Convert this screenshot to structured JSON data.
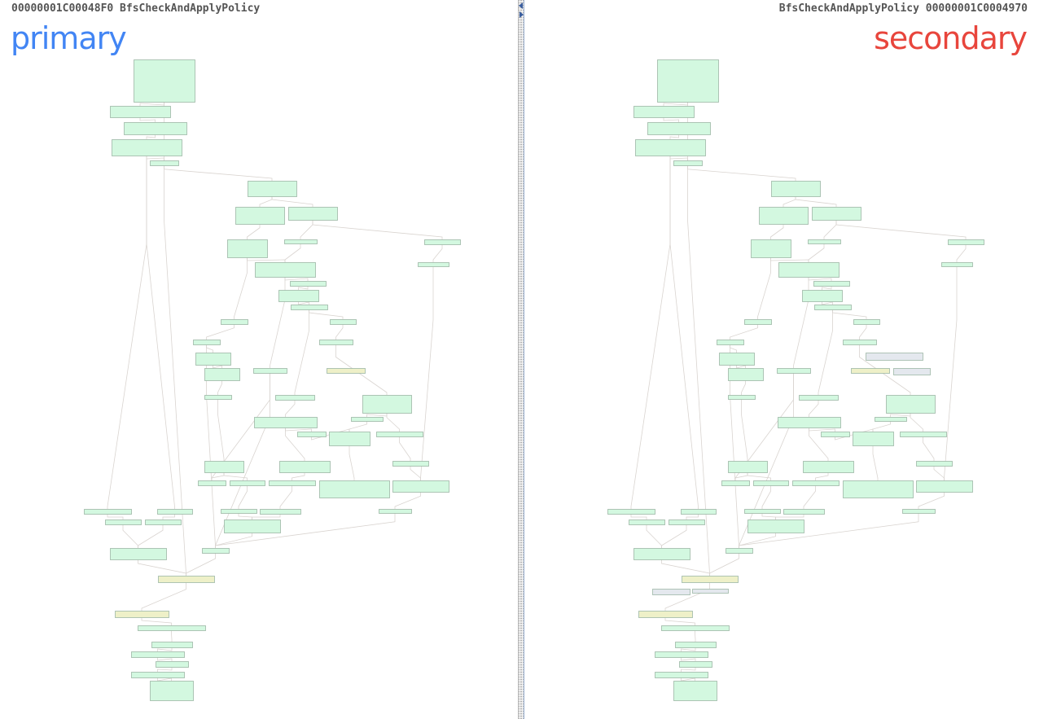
{
  "left": {
    "header": "00000001C00048F0 BfsCheckAndApplyPolicy",
    "label": "primary",
    "label_color": "#4285f4"
  },
  "right": {
    "header": "BfsCheckAndApplyPolicy 00000001C0004970",
    "label": "secondary",
    "label_color": "#e8453c"
  },
  "colors": {
    "match": "#d3f8e0",
    "partial": "#eef0c8",
    "unmatched": "#e4e8ee",
    "node_border": "#9db7a6",
    "edge": "#d9d4d0"
  },
  "icons": {
    "collapse_left": "triangle-left-icon",
    "collapse_right": "triangle-right-icon"
  }
}
